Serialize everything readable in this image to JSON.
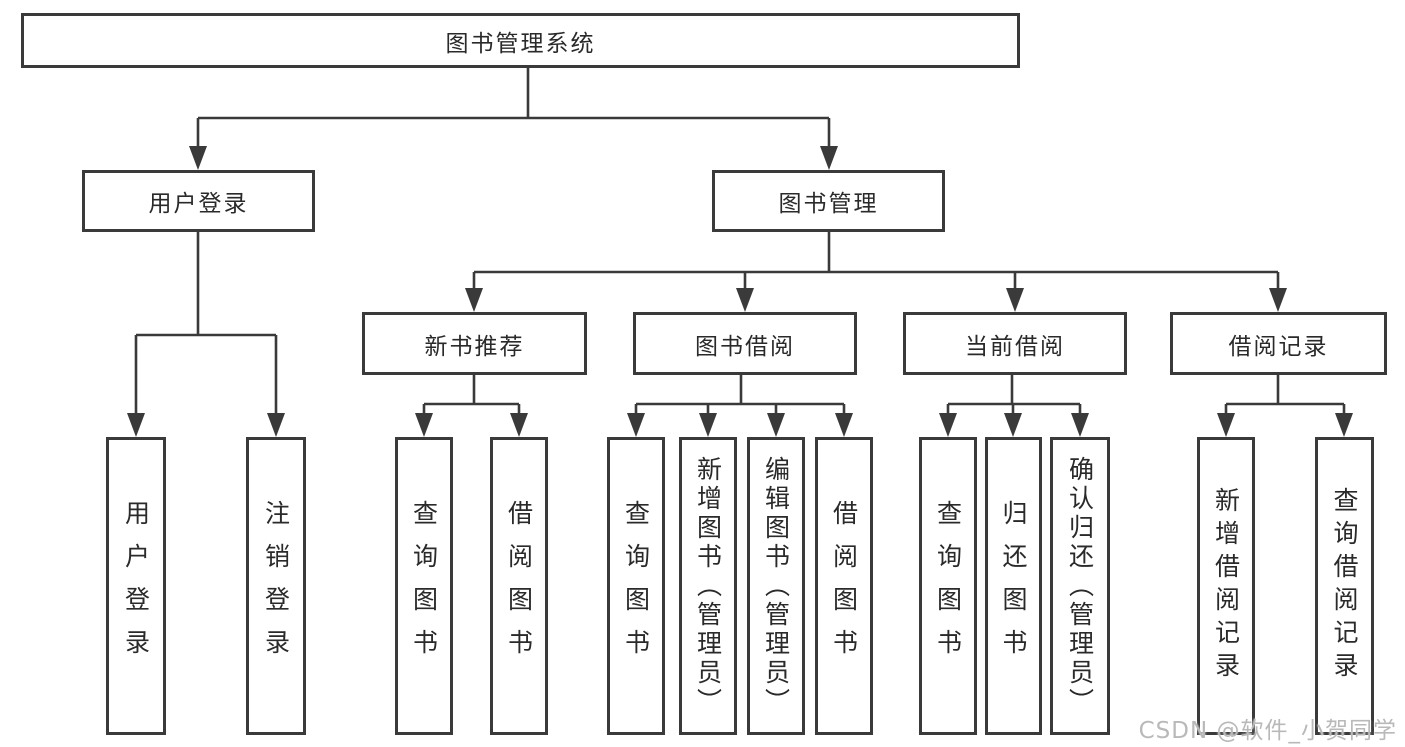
{
  "nodes": {
    "root": "图书管理系统",
    "user_login": "用户登录",
    "book_mgmt": "图书管理",
    "new_books": "新书推荐",
    "book_borrow": "图书借阅",
    "current_borrow": "当前借阅",
    "borrow_records": "借阅记录",
    "ul_login": "用户登录",
    "ul_logout": "注销登录",
    "nb_query": "查询图书",
    "nb_borrow": "借阅图书",
    "bb_query": "查询图书",
    "bb_add": "新增图书（管理员）",
    "bb_edit": "编辑图书（管理员）",
    "bb_borrow": "借阅图书",
    "cb_query": "查询图书",
    "cb_return": "归还图书",
    "cb_confirm": "确认归还（管理员）",
    "br_add": "新增借阅记录",
    "br_query": "查询借阅记录"
  },
  "hierarchy": {
    "图书管理系统": [
      "用户登录",
      "图书管理"
    ],
    "用户登录": [
      "用户登录",
      "注销登录"
    ],
    "图书管理": [
      "新书推荐",
      "图书借阅",
      "当前借阅",
      "借阅记录"
    ],
    "新书推荐": [
      "查询图书",
      "借阅图书"
    ],
    "图书借阅": [
      "查询图书",
      "新增图书（管理员）",
      "编辑图书（管理员）",
      "借阅图书"
    ],
    "当前借阅": [
      "查询图书",
      "归还图书",
      "确认归还（管理员）"
    ],
    "借阅记录": [
      "新增借阅记录",
      "查询借阅记录"
    ]
  },
  "watermark": "CSDN @软件_小贺同学",
  "colors": {
    "line": "#3a3a3a",
    "text": "#2a2a2a",
    "watermark": "#b9b9b9",
    "background": "#ffffff"
  }
}
